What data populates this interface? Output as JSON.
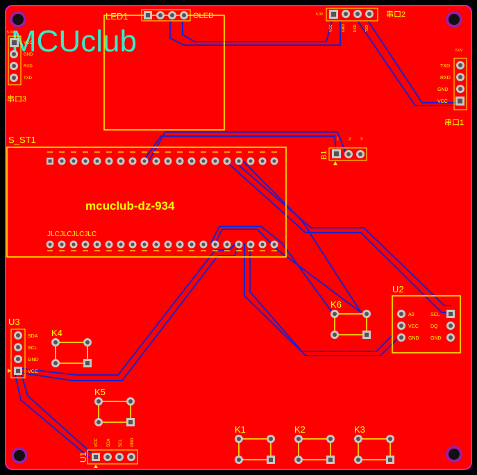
{
  "colors": {
    "board": "#ff0000",
    "silk": "#ffff00",
    "trace": "#2020c8",
    "pad": "#c8c8c8",
    "logo": "#33eecc",
    "hole": "#9b1fa0"
  },
  "logo_text": "MCUclub",
  "board_label": "mcuclub-dz-934",
  "jlc_text": "JLCJLCJLCJLC",
  "components": {
    "led1": {
      "ref": "LED1",
      "tag": "OLED"
    },
    "port2": {
      "ref": "串口2",
      "tag": "5.0V",
      "pins": [
        "VCC",
        "GND",
        "RXD",
        "TXD"
      ]
    },
    "port3": {
      "ref": "串口3",
      "tag": "5.0V",
      "pins": [
        "VCC",
        "GND",
        "RXD",
        "TXD"
      ]
    },
    "port1": {
      "ref": "串口1",
      "tag": "5.0V",
      "pins": [
        "TXD",
        "RXD",
        "GND",
        "VCC"
      ]
    },
    "s_st1": {
      "ref": "S_ST1"
    },
    "b1": {
      "ref": "B1",
      "pins": [
        "1",
        "2",
        "3"
      ]
    },
    "u2": {
      "ref": "U2",
      "left_pins": [
        "A0",
        "VCC",
        "GND"
      ],
      "right_pins": [
        "SCL",
        "DQ",
        "GND"
      ]
    },
    "u3": {
      "ref": "U3",
      "pins": [
        "SDA",
        "SCL",
        "GND",
        "VCC"
      ]
    },
    "u1": {
      "ref": "U1",
      "pins": [
        "VCC",
        "SDA",
        "SCL",
        "GND"
      ]
    },
    "k1": {
      "ref": "K1"
    },
    "k2": {
      "ref": "K2"
    },
    "k3": {
      "ref": "K3"
    },
    "k4": {
      "ref": "K4"
    },
    "k5": {
      "ref": "K5"
    },
    "k6": {
      "ref": "K6"
    }
  }
}
